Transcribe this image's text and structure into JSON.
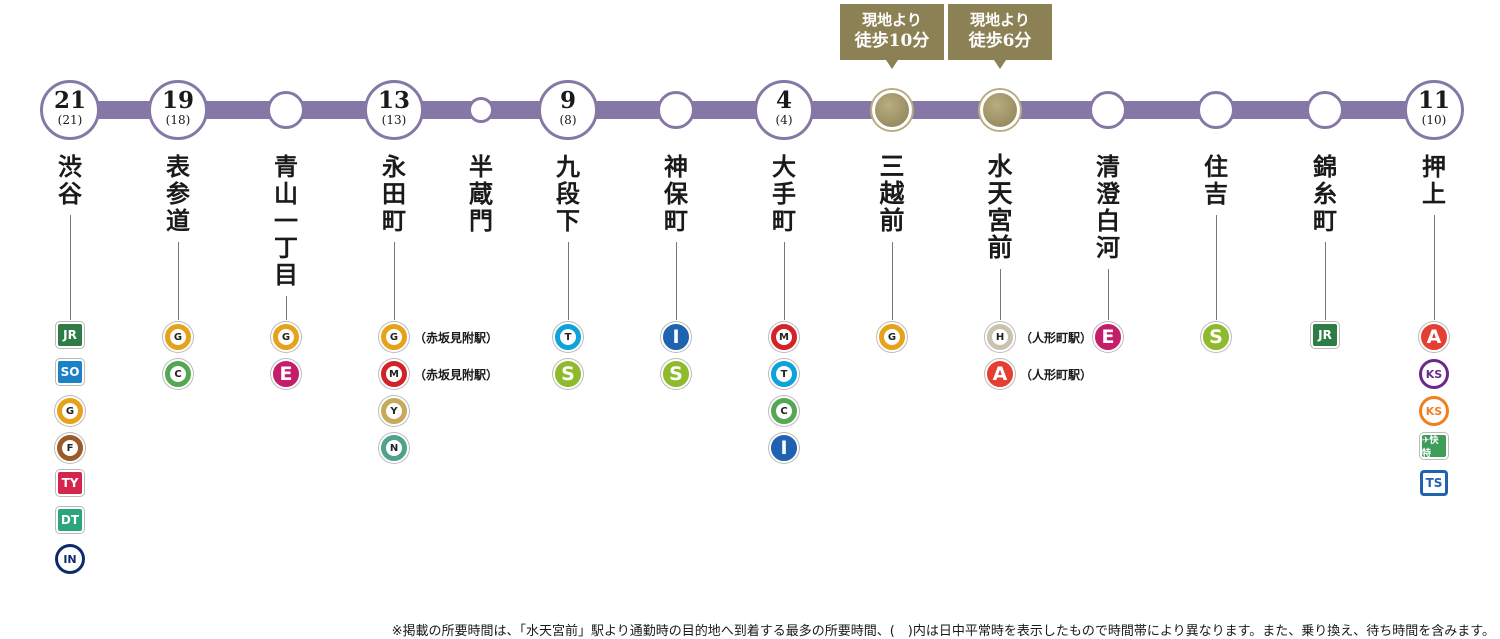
{
  "callouts": [
    {
      "line1": "現地より",
      "line2": "徒歩10分",
      "station_index": 8
    },
    {
      "line1": "現地より",
      "line2": "徒歩6分",
      "station_index": 9
    }
  ],
  "stations": [
    {
      "name": "渋谷",
      "minutes": "21",
      "minutes_offpeak": "(21)",
      "node": "big",
      "badges": [
        {
          "code": "JR",
          "shape": "rect",
          "color": "#2e7d46"
        },
        {
          "code": "SO",
          "shape": "rect",
          "color": "#1b82c8"
        },
        {
          "code": "G",
          "shape": "circle",
          "color": "#e7a21b"
        },
        {
          "code": "F",
          "shape": "circle",
          "color": "#9b5a2a"
        },
        {
          "code": "TY",
          "shape": "rect",
          "color": "#d6254d"
        },
        {
          "code": "DT",
          "shape": "rect",
          "color": "#2aa57d"
        },
        {
          "code": "IN",
          "shape": "ring",
          "color": "#0e2a6b"
        }
      ]
    },
    {
      "name": "表参道",
      "minutes": "19",
      "minutes_offpeak": "(18)",
      "node": "big",
      "badges": [
        {
          "code": "G",
          "shape": "circle",
          "color": "#e7a21b"
        },
        {
          "code": "C",
          "shape": "circle",
          "color": "#55a853"
        }
      ]
    },
    {
      "name": "青山一丁目",
      "minutes": "",
      "minutes_offpeak": "",
      "node": "small",
      "badges": [
        {
          "code": "G",
          "shape": "circle",
          "color": "#e7a21b"
        },
        {
          "code": "E",
          "shape": "circle-big",
          "color": "#c41e6b"
        }
      ]
    },
    {
      "name": "永田町",
      "minutes": "13",
      "minutes_offpeak": "(13)",
      "node": "big",
      "badges": [
        {
          "code": "G",
          "shape": "circle",
          "color": "#e7a21b",
          "note": "（赤坂見附駅）"
        },
        {
          "code": "M",
          "shape": "circle",
          "color": "#d2232a",
          "note": "（赤坂見附駅）"
        },
        {
          "code": "Y",
          "shape": "circle",
          "color": "#c6a959"
        },
        {
          "code": "N",
          "shape": "circle",
          "color": "#4fa38c"
        }
      ]
    },
    {
      "name": "半蔵門",
      "minutes": "",
      "minutes_offpeak": "",
      "node": "tiny",
      "badges": []
    },
    {
      "name": "九段下",
      "minutes": "9",
      "minutes_offpeak": "(8)",
      "node": "big",
      "badges": [
        {
          "code": "T",
          "shape": "circle",
          "color": "#0ba3d9"
        },
        {
          "code": "S",
          "shape": "circle-big",
          "color": "#8fba2b"
        }
      ]
    },
    {
      "name": "神保町",
      "minutes": "",
      "minutes_offpeak": "",
      "node": "small",
      "badges": [
        {
          "code": "I",
          "shape": "circle-big",
          "color": "#1f62b0"
        },
        {
          "code": "S",
          "shape": "circle-big",
          "color": "#8fba2b"
        }
      ]
    },
    {
      "name": "大手町",
      "minutes": "4",
      "minutes_offpeak": "(4)",
      "node": "big",
      "badges": [
        {
          "code": "M",
          "shape": "circle",
          "color": "#d2232a"
        },
        {
          "code": "T",
          "shape": "circle",
          "color": "#0ba3d9"
        },
        {
          "code": "C",
          "shape": "circle",
          "color": "#55a853"
        },
        {
          "code": "I",
          "shape": "circle-big",
          "color": "#1f62b0"
        }
      ]
    },
    {
      "name": "三越前",
      "minutes": "",
      "minutes_offpeak": "",
      "node": "dest",
      "badges": [
        {
          "code": "G",
          "shape": "circle",
          "color": "#e7a21b"
        }
      ]
    },
    {
      "name": "水天宮前",
      "minutes": "",
      "minutes_offpeak": "",
      "node": "dest",
      "badges": [
        {
          "code": "H",
          "shape": "circle",
          "color": "#c8c2ae",
          "note": "（人形町駅）"
        },
        {
          "code": "A",
          "shape": "circle-big",
          "color": "#e43f32",
          "note": "（人形町駅）"
        }
      ]
    },
    {
      "name": "清澄白河",
      "minutes": "",
      "minutes_offpeak": "",
      "node": "small",
      "badges": []
    },
    {
      "name": "住吉",
      "minutes": "",
      "minutes_offpeak": "",
      "node": "small",
      "badges": [
        {
          "code": "S",
          "shape": "circle-big",
          "color": "#8fba2b"
        }
      ]
    },
    {
      "name": "錦糸町",
      "minutes": "",
      "minutes_offpeak": "",
      "node": "small",
      "badges": [
        {
          "code": "JR",
          "shape": "rect",
          "color": "#2e7d46"
        }
      ]
    },
    {
      "name": "押上",
      "minutes": "11",
      "minutes_offpeak": "(10)",
      "node": "big",
      "badges": [
        {
          "code": "A",
          "shape": "circle-big",
          "color": "#e43f32"
        },
        {
          "code": "KS",
          "shape": "ring",
          "color": "#6a2a8c"
        },
        {
          "code": "KS",
          "shape": "ring",
          "color": "#f0801e"
        },
        {
          "code": "✈快特",
          "shape": "rect",
          "color": "#3f9d5a"
        },
        {
          "code": "TS",
          "shape": "rect-outline",
          "color": "#1f62b0"
        }
      ]
    }
  ],
  "extra_badges": [
    {
      "station_index": 10,
      "code": "E",
      "shape": "circle-big",
      "color": "#c41e6b"
    }
  ],
  "footnote": "※掲載の所要時間は、「水天宮前」駅より通勤時の目的地へ到着する最多の所要時間、(　)内は日中平常時を表示したもので時間帯により異なります。また、乗り換え、待ち時間を含みます。"
}
